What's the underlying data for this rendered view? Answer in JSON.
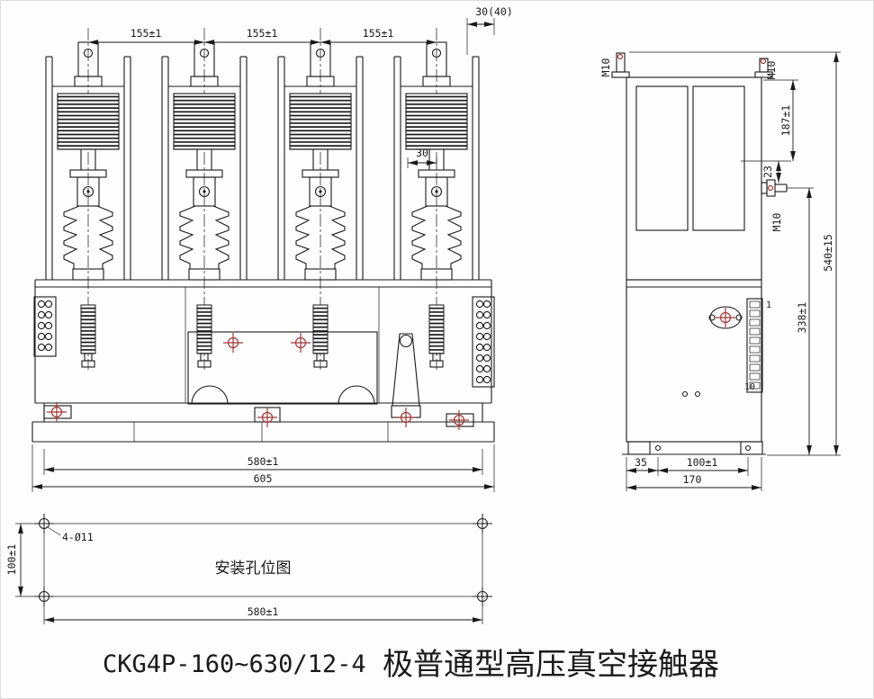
{
  "colors": {
    "bg": "#fefefe",
    "line": "#1a1a1a",
    "red": "#a03838"
  },
  "title": {
    "model": "CKG4P-160~630/12-4",
    "name": "极普通型高压真空接触器"
  },
  "front_view": {
    "dims": {
      "pole_spacing_1": "155±1",
      "pole_spacing_2": "155±1",
      "pole_spacing_3": "155±1",
      "top_right_offset": "30(40)",
      "contact_gap": "30",
      "mount_width": "580±1",
      "overall_width": "605"
    }
  },
  "side_view": {
    "dims": {
      "bolt_left": "M10",
      "bolt_right": "M10",
      "upper_height": "187±1",
      "step": "23",
      "bolt_mid": "M10",
      "overall_height": "540±15",
      "lower_height": "338±1",
      "foot_offset": "35",
      "hole_spacing": "100±1",
      "overall_depth": "170"
    },
    "terminals": {
      "first": "1",
      "last": "10"
    }
  },
  "mounting_view": {
    "caption": "安装孔位图",
    "dims": {
      "holes": "4-Ø11",
      "height": "100±1",
      "width": "580±1"
    }
  }
}
